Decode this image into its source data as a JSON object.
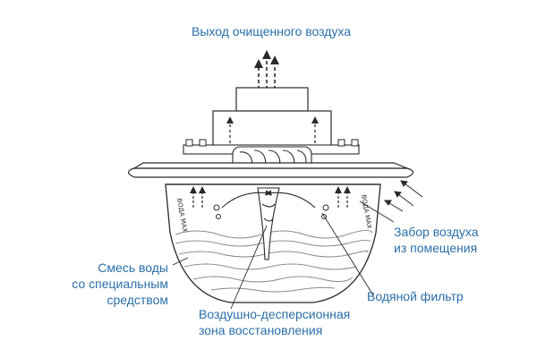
{
  "labels": {
    "outlet": "Выход очищенного воздуха",
    "intake": [
      "Забор воздуха",
      "из помещения"
    ],
    "mixture": [
      "Смесь воды",
      "со специальным",
      "средством"
    ],
    "water_filter": "Водяной фильтр",
    "dispersion_zone": [
      "Воздушно-десперсионная",
      "зона восстановления"
    ],
    "bowl_side_text": "ВОДА MAX"
  },
  "colors": {
    "label_text": "#2b6fa8",
    "line": "#2a2a2a",
    "liquid_pattern": "#7a7a7a"
  },
  "icons": [
    "dashed-up-arrow-icon",
    "fan-icon",
    "bubble-icon"
  ]
}
